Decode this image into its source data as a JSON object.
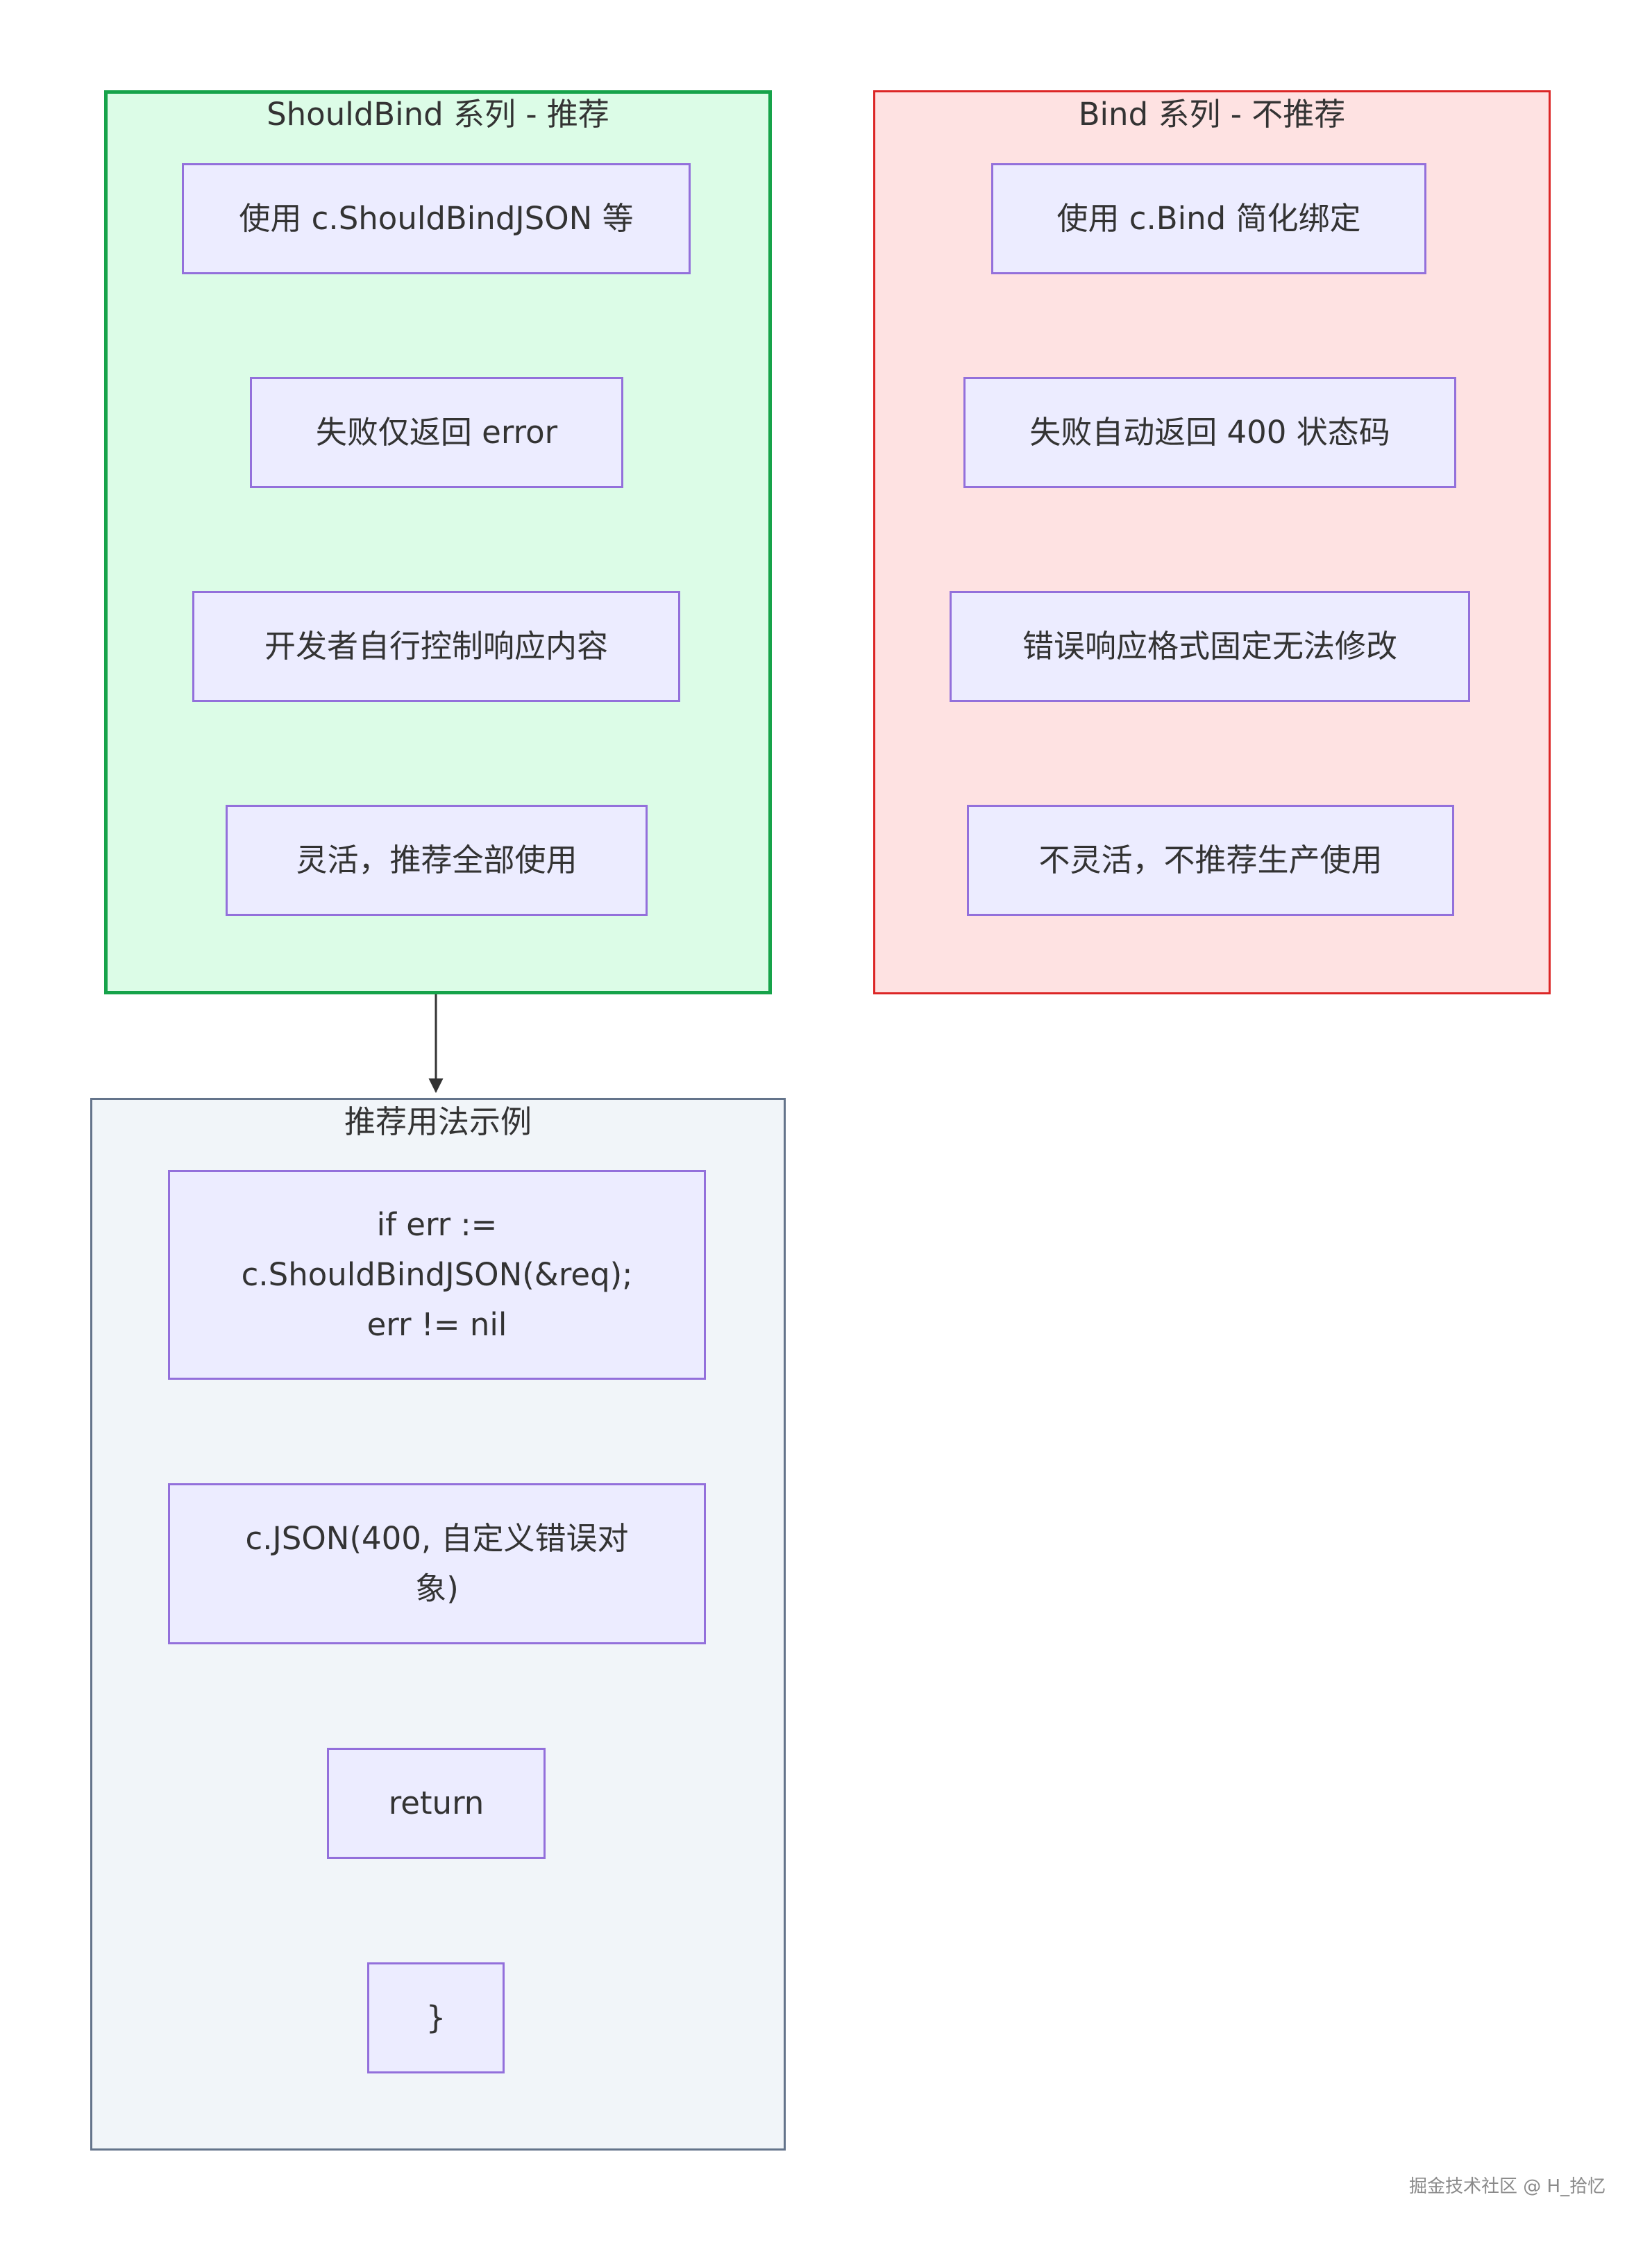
{
  "clusters": {
    "should": {
      "title": "ShouldBind 系列 - 推荐",
      "nodes": [
        "使用 c.ShouldBindJSON 等",
        "失败仅返回 error",
        "开发者自行控制响应内容",
        "灵活，推荐全部使用"
      ]
    },
    "bind": {
      "title": "Bind 系列 - 不推荐",
      "nodes": [
        "使用 c.Bind 简化绑定",
        "失败自动返回 400 状态码",
        "错误响应格式固定无法修改",
        "不灵活，不推荐生产使用"
      ]
    },
    "example": {
      "title": "推荐用法示例",
      "nodes": {
        "if_line1": "if err :=",
        "if_line2": "c.ShouldBindJSON(&req);",
        "if_line3": "err != nil",
        "json_line1": "c.JSON(400, 自定义错误对",
        "json_line2": "象)",
        "return": "return",
        "close": "}"
      }
    }
  },
  "colors": {
    "should_fill": "#dcfce7",
    "should_stroke": "#16a34a",
    "bind_fill": "#fee2e2",
    "bind_stroke": "#dc2626",
    "example_fill": "#f1f5f9",
    "example_stroke": "#64748b",
    "node_fill": "#ececff",
    "node_stroke": "#9370db"
  },
  "watermark": "掘金技术社区 @ H_拾忆"
}
